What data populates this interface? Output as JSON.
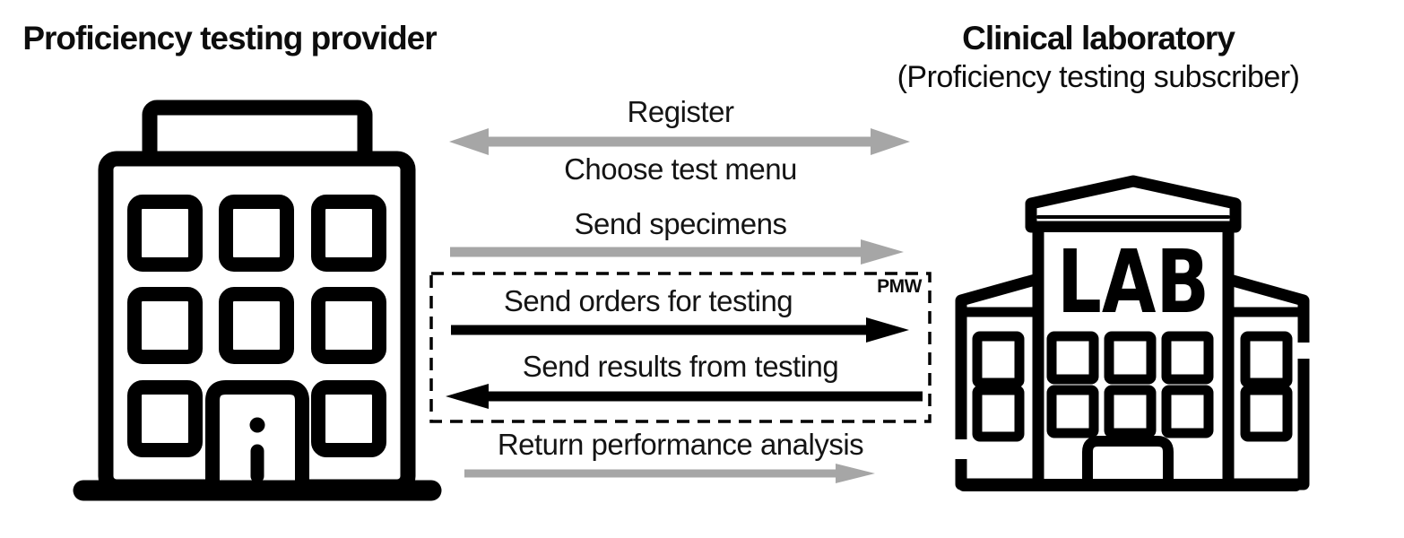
{
  "diagram": {
    "provider": {
      "title": "Proficiency testing provider"
    },
    "laboratory": {
      "title": "Clinical laboratory",
      "subtitle": "(Proficiency testing subscriber)",
      "sign": "LAB"
    },
    "flows": {
      "register": "Register",
      "choose_menu": "Choose test menu",
      "send_specimens": "Send specimens",
      "send_orders": "Send orders for testing",
      "send_results": "Send results from testing",
      "return_performance": "Return performance analysis",
      "pmw_tag": "PMW"
    },
    "colors": {
      "ink": "#000000",
      "arrow_gray": "#a6a6a6"
    }
  }
}
